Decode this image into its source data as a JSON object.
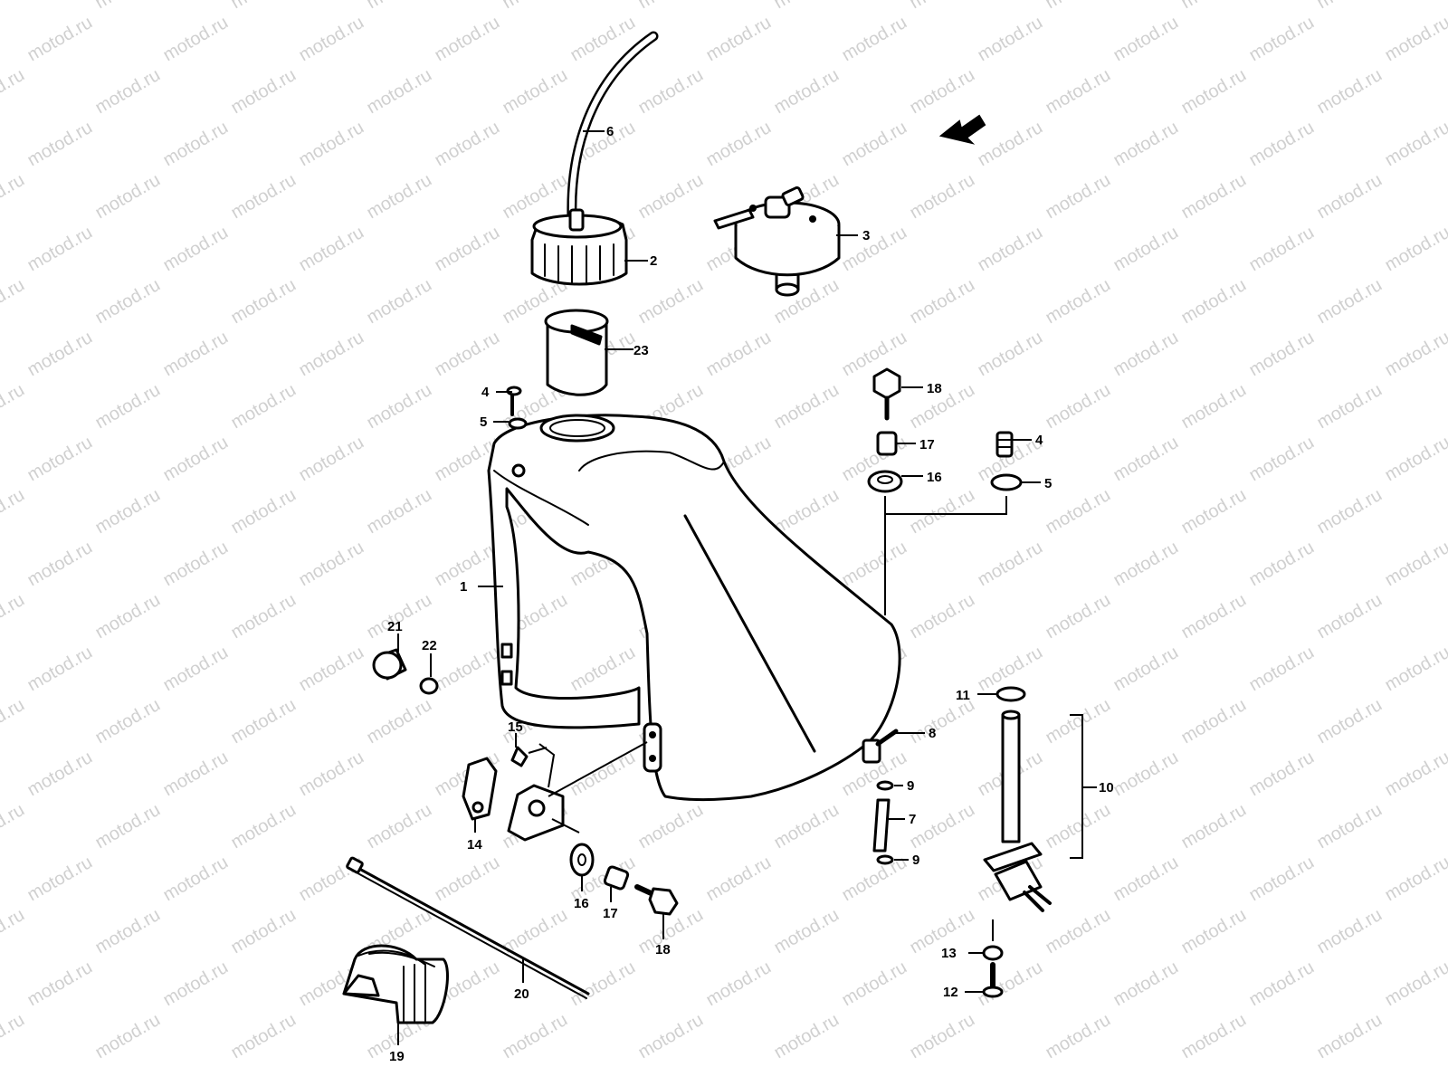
{
  "watermark": "motod.ru",
  "callouts": [
    {
      "id": "c-6",
      "label": "6",
      "part": "breather-hose"
    },
    {
      "id": "c-2",
      "label": "2",
      "part": "fuel-cap"
    },
    {
      "id": "c-3",
      "label": "3",
      "part": "locking-fuel-cap"
    },
    {
      "id": "c-23",
      "label": "23",
      "part": "filler-strainer"
    },
    {
      "id": "c-4a",
      "label": "4",
      "part": "bolt"
    },
    {
      "id": "c-5a",
      "label": "5",
      "part": "washer"
    },
    {
      "id": "c-18a",
      "label": "18",
      "part": "bolt"
    },
    {
      "id": "c-17a",
      "label": "17",
      "part": "collar"
    },
    {
      "id": "c-16a",
      "label": "16",
      "part": "cushion"
    },
    {
      "id": "c-4b",
      "label": "4",
      "part": "bolt"
    },
    {
      "id": "c-5b",
      "label": "5",
      "part": "washer"
    },
    {
      "id": "c-1",
      "label": "1",
      "part": "fuel-tank"
    },
    {
      "id": "c-21",
      "label": "21",
      "part": "collar"
    },
    {
      "id": "c-22",
      "label": "22",
      "part": "o-ring"
    },
    {
      "id": "c-11",
      "label": "11",
      "part": "gasket"
    },
    {
      "id": "c-8",
      "label": "8",
      "part": "fuel-valve"
    },
    {
      "id": "c-10",
      "label": "10",
      "part": "fuel-cock-assembly"
    },
    {
      "id": "c-9a",
      "label": "9",
      "part": "clip"
    },
    {
      "id": "c-7",
      "label": "7",
      "part": "fuel-hose"
    },
    {
      "id": "c-9b",
      "label": "9",
      "part": "clip"
    },
    {
      "id": "c-15",
      "label": "15",
      "part": "bolt"
    },
    {
      "id": "c-14",
      "label": "14",
      "part": "bracket"
    },
    {
      "id": "c-16b",
      "label": "16",
      "part": "cushion"
    },
    {
      "id": "c-17b",
      "label": "17",
      "part": "collar"
    },
    {
      "id": "c-18b",
      "label": "18",
      "part": "bolt"
    },
    {
      "id": "c-13",
      "label": "13",
      "part": "washer"
    },
    {
      "id": "c-12",
      "label": "12",
      "part": "screw"
    },
    {
      "id": "c-20",
      "label": "20",
      "part": "band"
    },
    {
      "id": "c-19",
      "label": "19",
      "part": "cover"
    }
  ]
}
